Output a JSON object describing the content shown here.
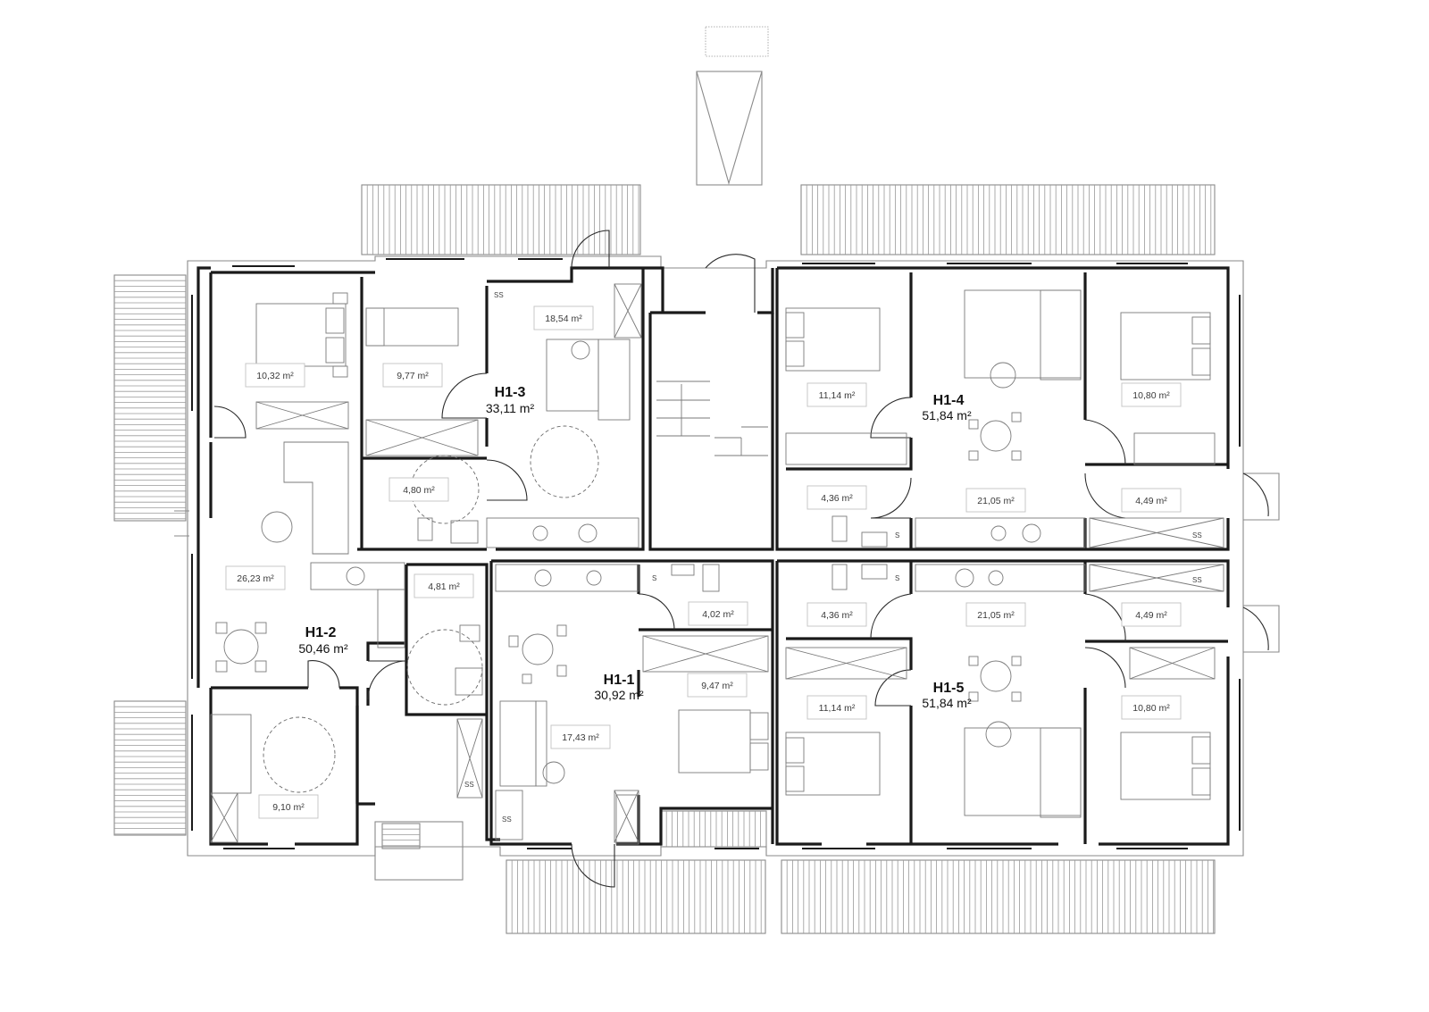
{
  "units": [
    {
      "id": "H1-2",
      "name": "H1-2",
      "area": "50,46 m²"
    },
    {
      "id": "H1-3",
      "name": "H1-3",
      "area": "33,11 m²"
    },
    {
      "id": "H1-1",
      "name": "H1-1",
      "area": "30,92 m²"
    },
    {
      "id": "H1-4",
      "name": "H1-4",
      "area": "51,84 m²"
    },
    {
      "id": "H1-5",
      "name": "H1-5",
      "area": "51,84 m²"
    }
  ],
  "rooms": [
    {
      "id": "h12-bedroom",
      "label": "10,32 m²"
    },
    {
      "id": "h12-living",
      "label": "26,23 m²"
    },
    {
      "id": "h12-bath",
      "label": "4,81 m²"
    },
    {
      "id": "h12-room2",
      "label": "9,10 m²"
    },
    {
      "id": "h13-bedroom",
      "label": "9,77 m²"
    },
    {
      "id": "h13-living",
      "label": "18,54 m²"
    },
    {
      "id": "h13-bath",
      "label": "4,80 m²"
    },
    {
      "id": "h11-bath",
      "label": "4,02 m²"
    },
    {
      "id": "h11-living",
      "label": "17,43 m²"
    },
    {
      "id": "h11-bedroom",
      "label": "9,47 m²"
    },
    {
      "id": "h14-bed1",
      "label": "11,14 m²"
    },
    {
      "id": "h14-bed2",
      "label": "10,80 m²"
    },
    {
      "id": "h14-bath",
      "label": "4,36 m²"
    },
    {
      "id": "h14-living",
      "label": "21,05 m²"
    },
    {
      "id": "h14-hall",
      "label": "4,49 m²"
    },
    {
      "id": "h15-bath",
      "label": "4,36 m²"
    },
    {
      "id": "h15-living",
      "label": "21,05 m²"
    },
    {
      "id": "h15-hall",
      "label": "4,49 m²"
    },
    {
      "id": "h15-bed1",
      "label": "11,14 m²"
    },
    {
      "id": "h15-bed2",
      "label": "10,80 m²"
    }
  ],
  "fixtures": {
    "storage_mark": "SS",
    "socket_mark": "S"
  }
}
